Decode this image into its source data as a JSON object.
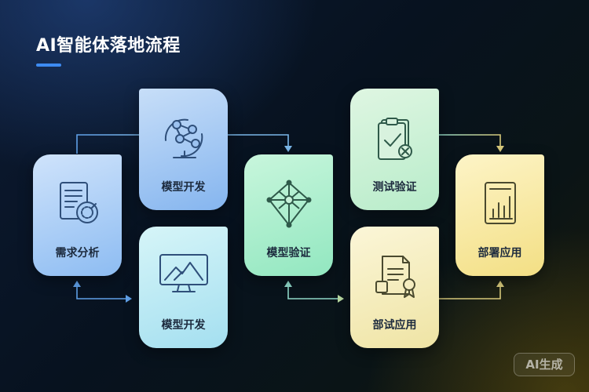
{
  "header": {
    "title": "AI智能体落地流程"
  },
  "steps": {
    "requirements": {
      "label": "需求分析",
      "icon": "document-search-icon"
    },
    "dev_top": {
      "label": "模型开发",
      "icon": "network-globe-icon"
    },
    "dev_bottom": {
      "label": "模型开发",
      "icon": "monitor-chart-icon"
    },
    "validate": {
      "label": "模型验证",
      "icon": "polyhedron-icon"
    },
    "test": {
      "label": "测试验证",
      "icon": "clipboard-check-icon"
    },
    "trial": {
      "label": "部试应用",
      "icon": "certificate-icon"
    },
    "deploy": {
      "label": "部署应用",
      "icon": "bar-chart-doc-icon"
    }
  },
  "watermark": {
    "text": "AI生成"
  },
  "colors": {
    "accent": "#3d8bf2",
    "connector_left": "#5fa0e8",
    "connector_right": "#d6c87a"
  }
}
